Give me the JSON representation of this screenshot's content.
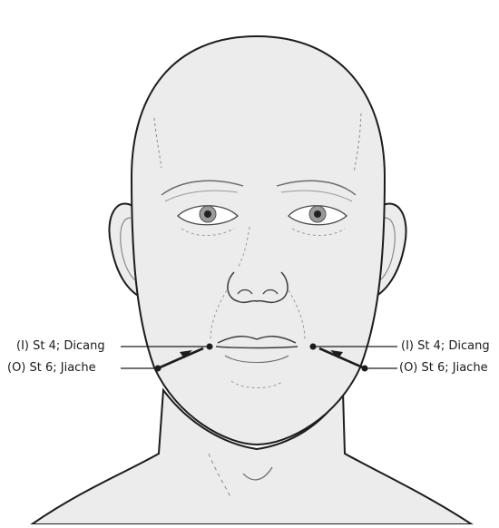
{
  "labels": {
    "left_insertion": "(I) St 4; Dicang",
    "left_origin": "(O) St 6; Jiache",
    "right_insertion": "(I) St 4; Dicang",
    "right_origin": "(O) St 6; Jiache"
  },
  "colors": {
    "skin": "#ececec",
    "outline": "#1c1c1c",
    "detail": "#8a8a8a",
    "iris": "#9a9a9a",
    "pupil": "#222222",
    "background": "#ffffff"
  }
}
